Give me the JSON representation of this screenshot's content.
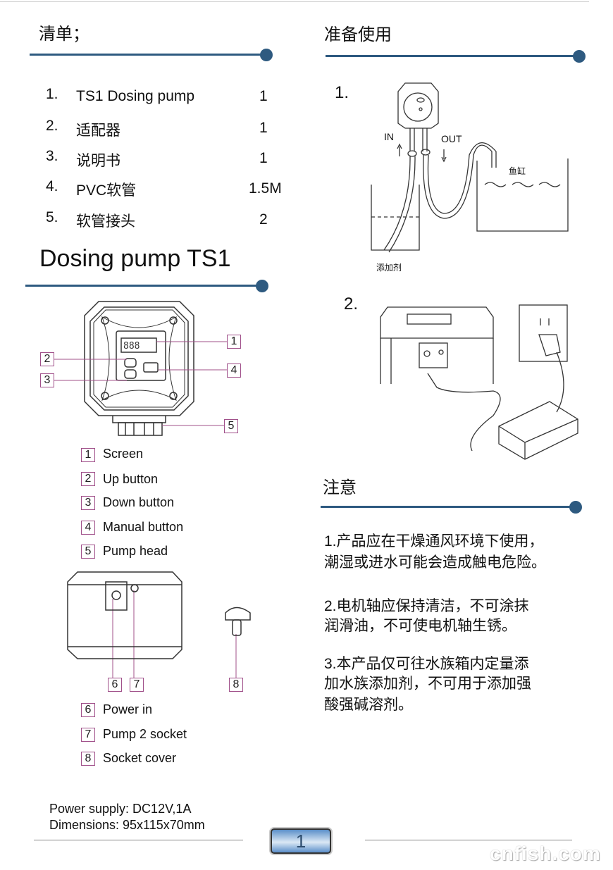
{
  "packing_list": {
    "title": "清单；",
    "items": [
      {
        "num": "1.",
        "name": "TS1 Dosing pump",
        "qty": "1"
      },
      {
        "num": "2.",
        "name": "适配器",
        "qty": "1"
      },
      {
        "num": "3.",
        "name": "说明书",
        "qty": "1"
      },
      {
        "num": "4.",
        "name": "PVC软管",
        "qty": "1.5M"
      },
      {
        "num": "5.",
        "name": "软管接头",
        "qty": "2"
      }
    ]
  },
  "product": {
    "title": "Dosing pump TS1",
    "front_parts": [
      {
        "num": "1",
        "label": "Screen"
      },
      {
        "num": "2",
        "label": "Up button"
      },
      {
        "num": "3",
        "label": "Down button"
      },
      {
        "num": "4",
        "label": "Manual button"
      },
      {
        "num": "5",
        "label": "Pump head"
      }
    ],
    "back_parts": [
      {
        "num": "6",
        "label": "Power in"
      },
      {
        "num": "7",
        "label": "Pump 2 socket"
      },
      {
        "num": "8",
        "label": "Socket cover"
      }
    ],
    "power_supply": "Power supply: DC12V,1A",
    "dimensions": "Dimensions: 95x115x70mm"
  },
  "preparation": {
    "title": "准备使用",
    "step1": {
      "num": "1.",
      "in_label": "IN",
      "out_label": "OUT",
      "tank_label": "鱼缸",
      "additive_label": "添加剂"
    },
    "step2": {
      "num": "2."
    }
  },
  "notice": {
    "title": "注意",
    "notes": [
      [
        "1.产品应在干燥通风环境下使用，",
        "潮湿或进水可能会造成触电危险。"
      ],
      [
        "2.电机轴应保持清洁，不可涂抹",
        "润滑油，不可使电机轴生锈。"
      ],
      [
        "3.本产品仅可往水族箱内定量添",
        "加水族添加剂，不可用于添加强",
        "酸强碱溶剂。"
      ]
    ]
  },
  "footer": {
    "page_number": "1",
    "watermark": "cnfish.com"
  },
  "colors": {
    "accent": "#2e5a80",
    "callout": "#a0508a"
  }
}
